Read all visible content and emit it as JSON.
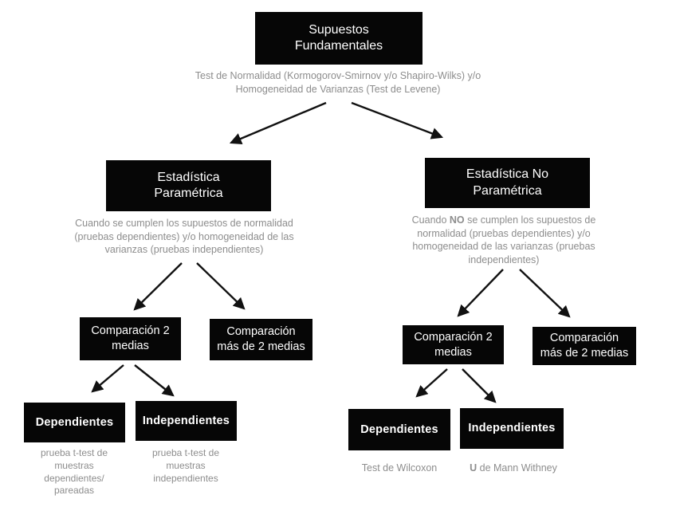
{
  "colors": {
    "background": "#ffffff",
    "box_bg": "#060606",
    "box_text": "#ffffff",
    "note_text": "#8d8d8d",
    "arrow": "#111111"
  },
  "root": {
    "label": "Supuestos Fundamentales",
    "note": "Test de Normalidad (Kormogorov-Smirnov y/o Shapiro-Wilks) y/o Homogeneidad de Varianzas (Test de Levene)"
  },
  "parametric": {
    "label": "Estadística Paramétrica",
    "note": "Cuando se cumplen los supuestos de normalidad (pruebas dependientes) y/o homogeneidad de las varianzas (pruebas independientes)",
    "compare_two": {
      "label": "Comparación 2 medias"
    },
    "compare_more": {
      "label": "Comparación más de 2 medias"
    },
    "dependent": {
      "label": "Dependientes",
      "note": "prueba t-test de muestras dependientes/ pareadas"
    },
    "independent": {
      "label": "Independientes",
      "note": "prueba t-test de muestras independientes"
    }
  },
  "nonparametric": {
    "label": "Estadística No Paramétrica",
    "note_prefix": "Cuando ",
    "note_emphasis": "NO",
    "note_suffix": " se cumplen los supuestos de normalidad (pruebas dependientes) y/o homogeneidad de las varianzas (pruebas independientes)",
    "compare_two": {
      "label": "Comparación 2 medias"
    },
    "compare_more": {
      "label": "Comparación más de 2 medias"
    },
    "dependent": {
      "label": "Dependientes",
      "note": "Test de Wilcoxon"
    },
    "independent": {
      "label": "Independientes",
      "note_emphasis": "U",
      "note_suffix": " de Mann Withney"
    }
  }
}
